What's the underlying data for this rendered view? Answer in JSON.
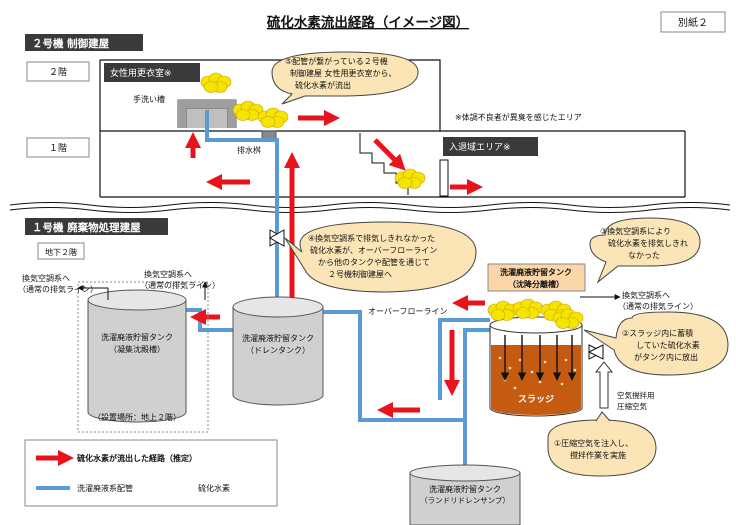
{
  "header": {
    "title": "硫化水素流出経路（イメージ図）",
    "attachment": "別紙２"
  },
  "building2": {
    "title": "２号機 制御建屋",
    "floor2": "２階",
    "floor1": "１階",
    "locker_room": "女性用更衣室※",
    "sink": "手洗い槽",
    "drain_pit": "排水桝",
    "entry_area": "入退域エリア※",
    "note": "※体調不良者が異臭を感じたエリア"
  },
  "building1": {
    "title": "１号機 廃棄物処理建屋",
    "basement": "地下２階"
  },
  "callouts": {
    "c5": [
      "⑤配管が繋がっている２号機",
      "制御建屋 女性用更衣室から、",
      "硫化水素が流出"
    ],
    "c4": [
      "④換気空調系で排気しきれなかった",
      "硫化水素が、オーバーフローライン",
      "から他のタンクや配管を通じて",
      "２号機制御建屋へ"
    ],
    "c3": [
      "③換気空調系により",
      "硫化水素を排気しきれ",
      "なかった"
    ],
    "c2": [
      "②スラッジ内に蓄積",
      "していた硫化水素",
      "がタンク内に放出"
    ],
    "c1": [
      "①圧縮空気を注入し、",
      "撹拌作業を実施"
    ]
  },
  "tanks": {
    "tank_a": [
      "洗濯廃液貯留タンク",
      "（凝集沈殿槽）"
    ],
    "tank_a_location": "（設置場所：地上２階）",
    "tank_b": [
      "洗濯廃液貯留タンク",
      "（ドレンタンク）"
    ],
    "tank_c": [
      "洗濯廃液貯留タンク",
      "（ランドリドレンサンプ）"
    ],
    "tank_d_title": [
      "洗濯廃液貯留タンク",
      "（沈降分離槽）"
    ],
    "sludge": "スラッジ"
  },
  "labels": {
    "vent_left": [
      "換気空調系へ",
      "（通常の排気ライン）"
    ],
    "vent_mid": [
      "換気空調系へ",
      "（通常の排気ライン）"
    ],
    "vent_right": [
      "換気空調系へ",
      "（通常の排気ライン）"
    ],
    "overflow": "オーバーフローライン",
    "compressed_air": [
      "空気撹拌用",
      "圧縮空気"
    ]
  },
  "legend": {
    "red_path": "硫化水素が流出した経路（推定）",
    "blue_pipe": "洗濯廃液系配管",
    "h2s": "硫化水素"
  },
  "colors": {
    "red": "#e8141b",
    "blue": "#5b9bd5",
    "cloud": "#f5e400",
    "callout": "#fbe5b6",
    "sludge": "#c55a11",
    "dark_label": "#3a3a3a",
    "tank_header": "#fbd6a8"
  }
}
